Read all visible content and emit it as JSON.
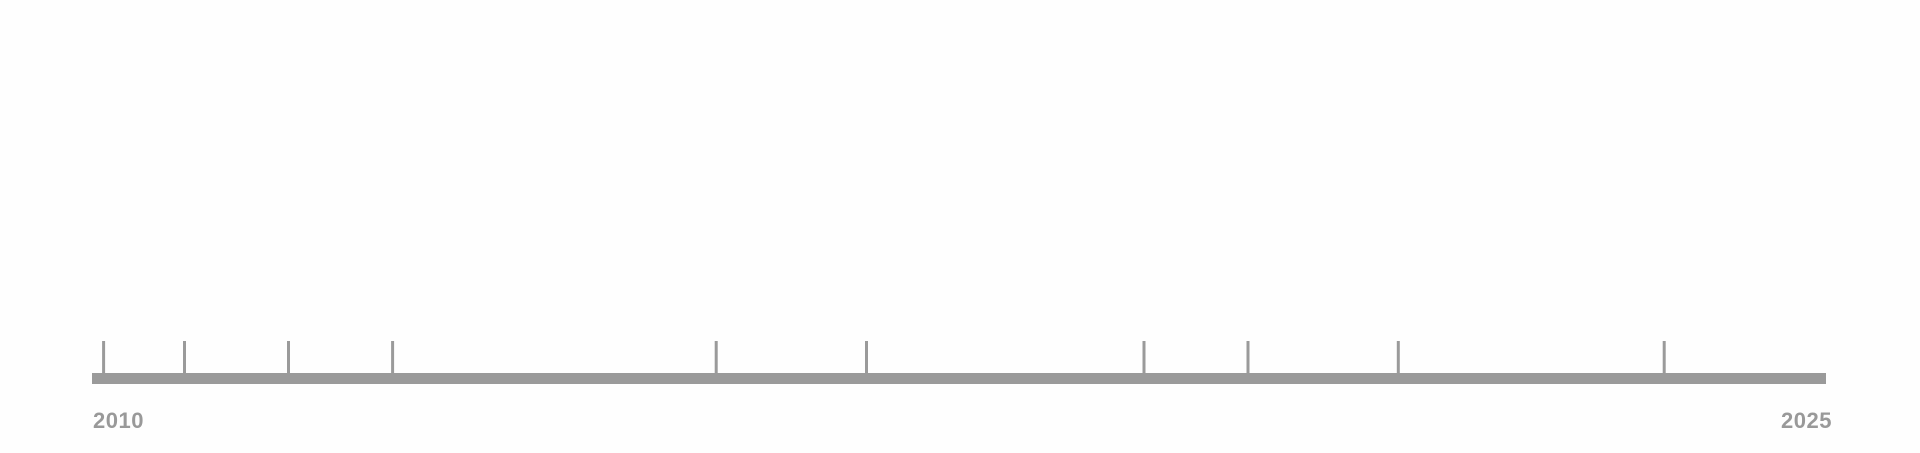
{
  "timeline": {
    "start_label": "2010",
    "end_label": "2025",
    "start_year": 2010,
    "end_year": 2025,
    "tick_years": [
      2010.1,
      2010.8,
      2011.7,
      2012.6,
      2015.4,
      2016.7,
      2019.1,
      2020.0,
      2021.3,
      2023.6
    ]
  },
  "colors": {
    "axis": "#9a9a9a",
    "ticks": "#9a9a9a",
    "labels": "#999999",
    "background": "#fefefe"
  }
}
